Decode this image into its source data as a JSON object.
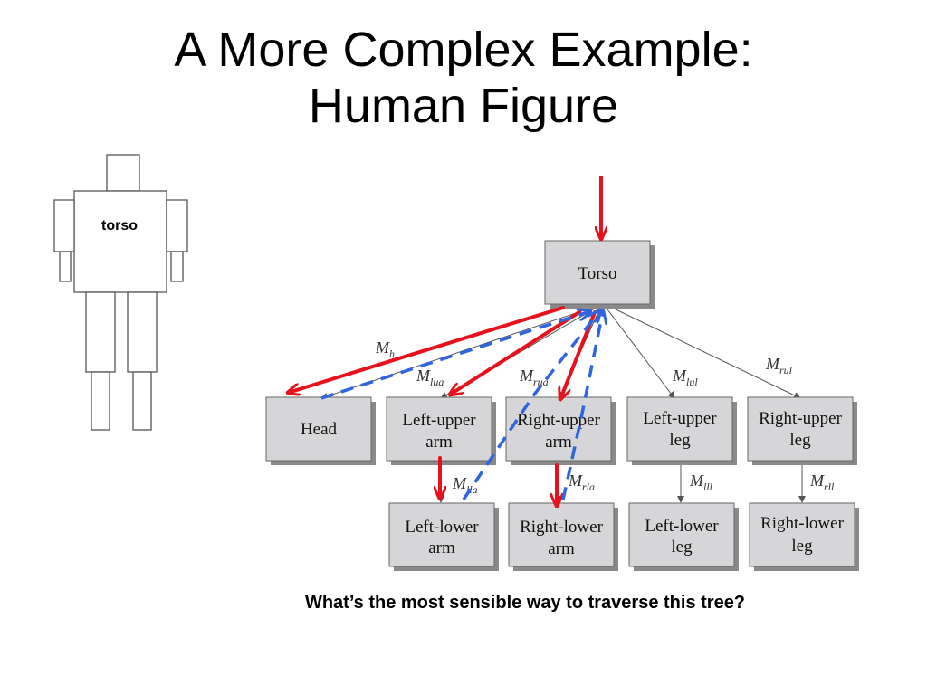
{
  "slide": {
    "title_line1": "A More Complex Example:",
    "title_line2": "Human Figure",
    "caption": "What’s the most sensible way to traverse this tree?"
  },
  "figure": {
    "torso_label": "torso"
  },
  "tree": {
    "root": {
      "line1": "Torso"
    },
    "nodes": [
      {
        "id": "head",
        "line1": "Head",
        "line2": ""
      },
      {
        "id": "left-upper-arm",
        "line1": "Left-upper",
        "line2": "arm"
      },
      {
        "id": "right-upper-arm",
        "line1": "Right-upper",
        "line2": "arm"
      },
      {
        "id": "left-upper-leg",
        "line1": "Left-upper",
        "line2": "leg"
      },
      {
        "id": "right-upper-leg",
        "line1": "Right-upper",
        "line2": "leg"
      },
      {
        "id": "left-lower-arm",
        "line1": "Left-lower",
        "line2": "arm"
      },
      {
        "id": "right-lower-arm",
        "line1": "Right-lower",
        "line2": "arm"
      },
      {
        "id": "left-lower-leg",
        "line1": "Left-lower",
        "line2": "leg"
      },
      {
        "id": "right-lower-leg",
        "line1": "Right-lower",
        "line2": "leg"
      }
    ],
    "edge_labels": [
      {
        "id": "mh",
        "base": "M",
        "sub": "h"
      },
      {
        "id": "mlua",
        "base": "M",
        "sub": "lua"
      },
      {
        "id": "mrua",
        "base": "M",
        "sub": "rua"
      },
      {
        "id": "mlul",
        "base": "M",
        "sub": "lul"
      },
      {
        "id": "mrul",
        "base": "M",
        "sub": "rul"
      },
      {
        "id": "mlla",
        "base": "M",
        "sub": "lla"
      },
      {
        "id": "mrla",
        "base": "M",
        "sub": "rla"
      },
      {
        "id": "mlll",
        "base": "M",
        "sub": "lll"
      },
      {
        "id": "mrll",
        "base": "M",
        "sub": "rll"
      }
    ]
  },
  "colors": {
    "node_fill": "#d6d6d8",
    "node_shadow": "#8a8a8a",
    "red_arrow": "#e8101a",
    "blue_dashed": "#2f66e0",
    "thin_edge": "#555555"
  }
}
